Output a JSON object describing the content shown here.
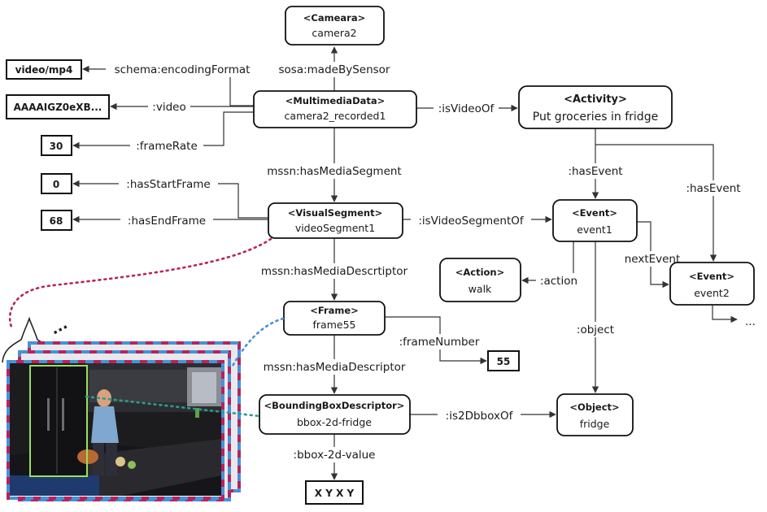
{
  "nodes": {
    "camera": {
      "type": "<Cameara>",
      "id": "camera2"
    },
    "media": {
      "type": "<MultimediaData>",
      "id": "camera2_recorded1"
    },
    "activity": {
      "type": "<Activity>",
      "id": "Put groceries in fridge"
    },
    "segment": {
      "type": "<VisualSegment>",
      "id": "videoSegment1"
    },
    "event1": {
      "type": "<Event>",
      "id": "event1"
    },
    "event2": {
      "type": "<Event>",
      "id": "event2"
    },
    "action": {
      "type": "<Action>",
      "id": "walk"
    },
    "frame": {
      "type": "<Frame>",
      "id": "frame55"
    },
    "bbox": {
      "type": "<BoundingBoxDescriptor>",
      "id": "bbox-2d-fridge"
    },
    "object": {
      "type": "<Object>",
      "id": "fridge"
    }
  },
  "literals": {
    "format": "video/mp4",
    "video": "AAAAIGZ0eXB...",
    "framerate": "30",
    "start": "0",
    "end": "68",
    "framenumber": "55",
    "bboxvalue": "X Y X Y"
  },
  "edges": {
    "madeBySensor": "sosa:madeBySensor",
    "encodingFormat": "schema:encodingFormat",
    "video": ":video",
    "frameRate": ":frameRate",
    "isVideoOf": ":isVideoOf",
    "hasMediaSegment": "mssn:hasMediaSegment",
    "hasEvent1": ":hasEvent",
    "hasEvent2": ":hasEvent",
    "hasStartFrame": ":hasStartFrame",
    "hasEndFrame": ":hasEndFrame",
    "isVideoSegmentOf": ":isVideoSegmentOf",
    "nextEvent": "nextEvent",
    "action": ":action",
    "hasMediaDescrtiptor": "mssn:hasMediaDescrtiptor",
    "frameNumber": ":frameNumber",
    "object": ":object",
    "hasMediaDescriptor": "mssn:hasMediaDescriptor",
    "is2DbboxOf": ":is2DbboxOf",
    "bboxValue": ":bbox-2d-value"
  },
  "ellipsis": "...",
  "stack_dots": "...",
  "colors": {
    "frame_magenta": "#b5245e",
    "frame_blue": "#4a90d9",
    "connector_teal": "#2a9d8f",
    "bbox_green": "#9be05a",
    "scene_dark": "#1c1c1e"
  }
}
